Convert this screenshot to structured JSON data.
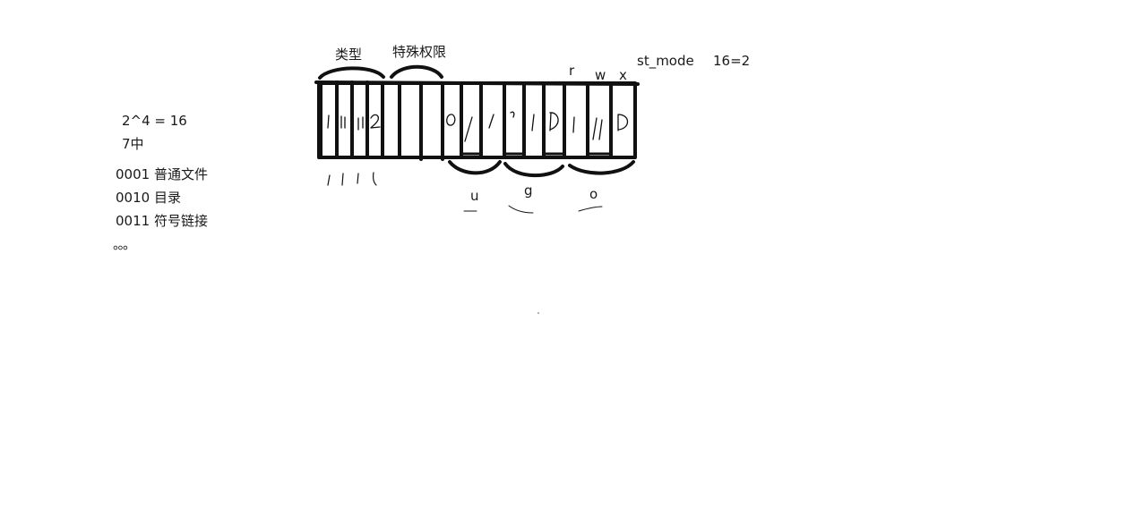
{
  "colors": {
    "ink": "#111111",
    "background": "#ffffff"
  },
  "notes": {
    "power": "2^4 = 16",
    "seven": "7中",
    "types": [
      "0001 普通文件",
      "0010 目录",
      "0011 符号链接",
      "。。。"
    ]
  },
  "labels": {
    "type": "类型",
    "special": "特殊权限",
    "r": "r",
    "w": "w",
    "x": "x",
    "st_mode": "st_mode",
    "bits": "16=2",
    "u": "u",
    "g": "g",
    "o": "o"
  }
}
